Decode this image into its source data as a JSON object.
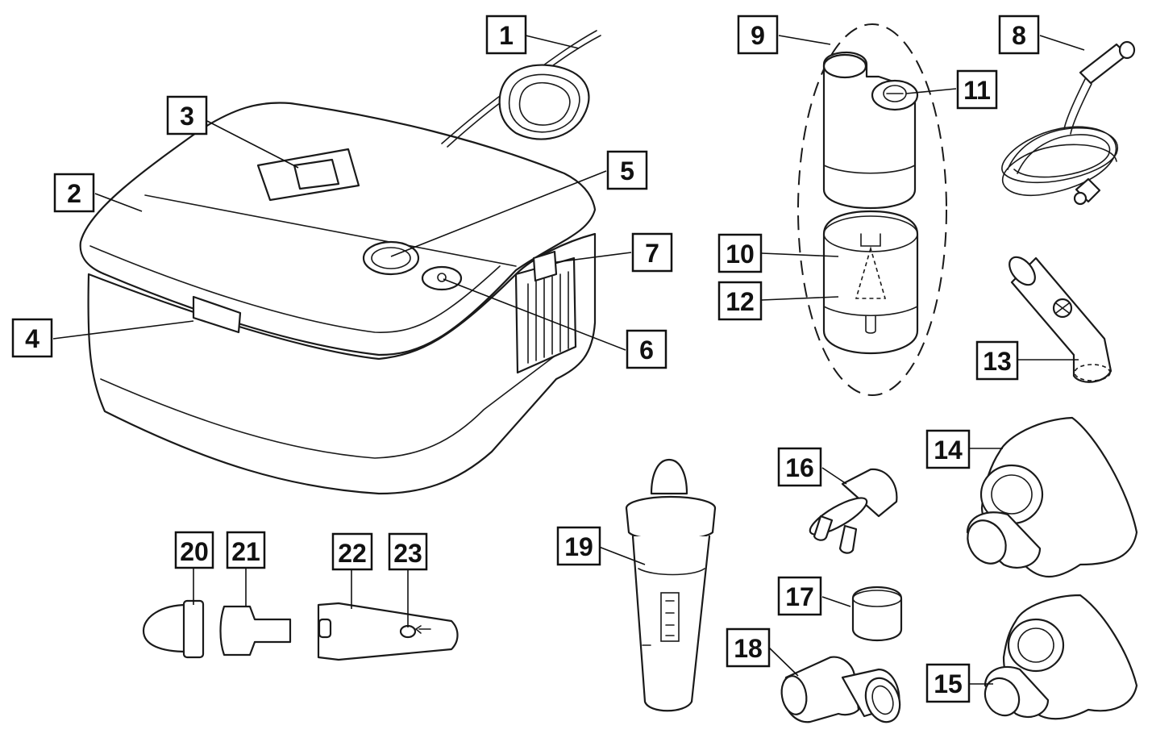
{
  "callouts": {
    "c1": "1",
    "c2": "2",
    "c3": "3",
    "c4": "4",
    "c5": "5",
    "c6": "6",
    "c7": "7",
    "c8": "8",
    "c9": "9",
    "c10": "10",
    "c11": "11",
    "c12": "12",
    "c13": "13",
    "c14": "14",
    "c15": "15",
    "c16": "16",
    "c17": "17",
    "c18": "18",
    "c19": "19",
    "c20": "20",
    "c21": "21",
    "c22": "22",
    "c23": "23"
  },
  "colors": {
    "line": "#1a1a1a",
    "background": "#ffffff"
  },
  "icons": {
    "compressor": "compressor-unit-icon",
    "power-cord": "power-cord-icon",
    "tubing": "air-tube-icon",
    "nebulizer": "nebulizer-kit-icon",
    "mouthpiece": "mouthpiece-icon",
    "adult-mask": "adult-mask-icon",
    "child-mask": "child-mask-icon",
    "nasal-piece": "nasal-piece-icon",
    "cap": "cap-icon",
    "elbow": "elbow-adapter-icon",
    "nasal-bottle": "nasal-douche-icon",
    "nasal-tips": "nasal-tips-icon"
  }
}
